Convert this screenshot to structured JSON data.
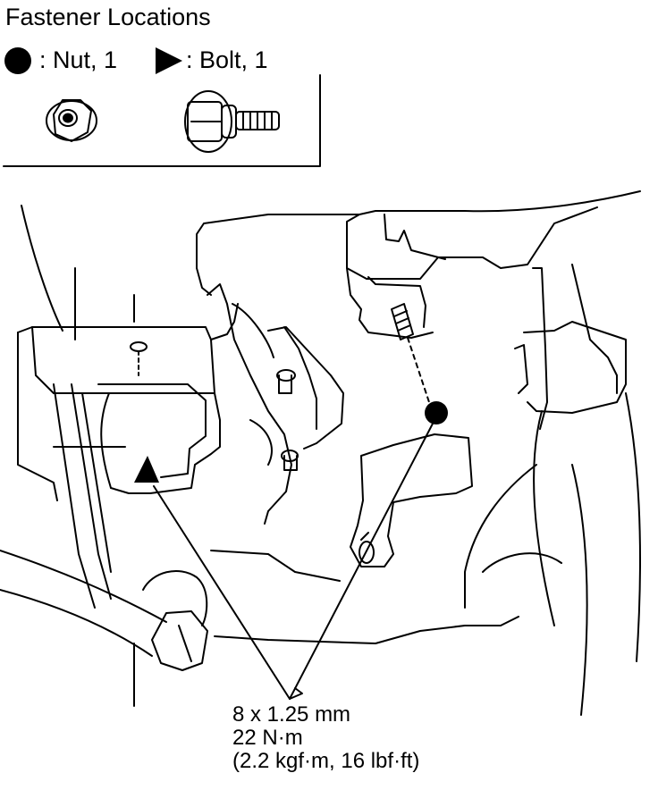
{
  "header": {
    "title": "Fastener Locations"
  },
  "legend": [
    {
      "symbol": "filled-circle",
      "label": ": Nut, 1"
    },
    {
      "symbol": "filled-triangle",
      "label": ": Bolt, 1"
    }
  ],
  "torque_spec": {
    "size": "8 x 1.25 mm",
    "torque_nm": "22 N·m",
    "torque_alt": "(2.2 kgf·m, 16 lbf·ft)"
  },
  "colors": {
    "line": "#000000",
    "background": "#ffffff"
  }
}
